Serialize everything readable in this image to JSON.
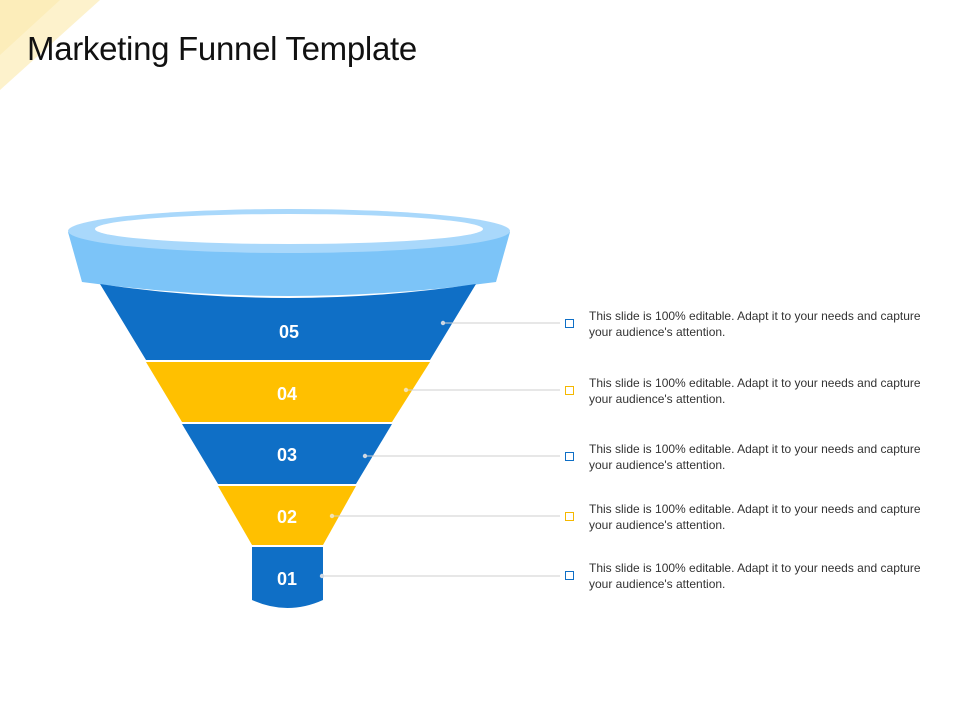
{
  "title": "Marketing Funnel Template",
  "colors": {
    "blue": "#0f6fc6",
    "yellow": "#ffc000",
    "rim_light_blue": "#7cc4f8",
    "rim_inner": "#ffffff",
    "accent_corner": "#fdf2cc"
  },
  "stages": [
    {
      "label": "05",
      "color": "blue",
      "description": "This slide is 100% editable. Adapt it to your needs and capture your audience's attention."
    },
    {
      "label": "04",
      "color": "yellow",
      "description": "This slide is 100% editable. Adapt it to your needs and capture your audience's attention."
    },
    {
      "label": "03",
      "color": "blue",
      "description": "This slide is 100% editable. Adapt it to your needs and capture your audience's attention."
    },
    {
      "label": "02",
      "color": "yellow",
      "description": "This slide is 100% editable. Adapt it to your needs and capture your audience's attention."
    },
    {
      "label": "01",
      "color": "blue",
      "description": "This slide is 100% editable. Adapt it to your needs and capture your audience's attention."
    }
  ]
}
